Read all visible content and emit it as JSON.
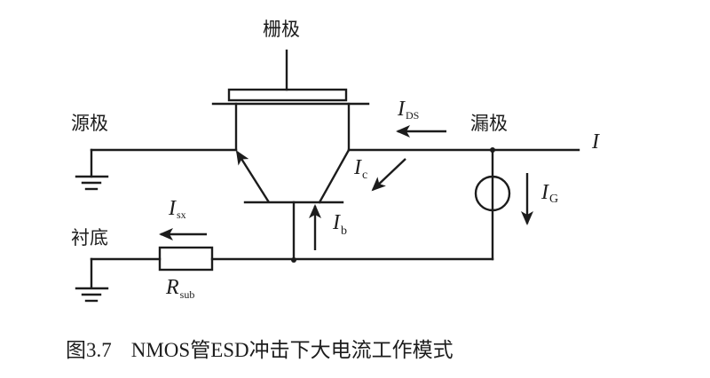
{
  "labels": {
    "gate": "栅极",
    "source": "源极",
    "drain": "漏极",
    "substrate": "衬底"
  },
  "currents": {
    "ids": {
      "main": "I",
      "sub": "DS"
    },
    "ic": {
      "main": "I",
      "sub": "c"
    },
    "ib": {
      "main": "I",
      "sub": "b"
    },
    "ig": {
      "main": "I",
      "sub": "G"
    },
    "isx": {
      "main": "I",
      "sub": "sx"
    },
    "i_total": {
      "main": "I"
    }
  },
  "resistor": {
    "main": "R",
    "sub": "sub"
  },
  "caption": {
    "number": "图3.7",
    "text": "NMOS管ESD冲击下大电流工作模式"
  }
}
